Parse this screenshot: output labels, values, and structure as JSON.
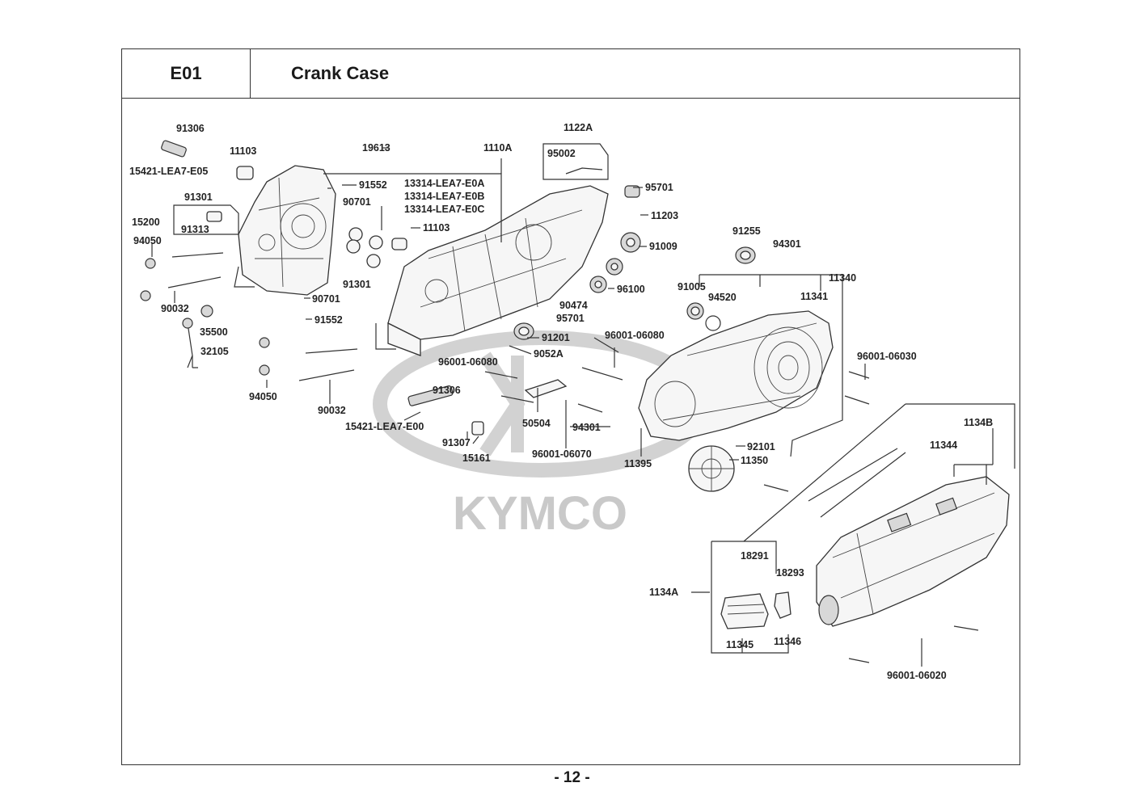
{
  "header": {
    "code": "E01",
    "title": "Crank Case"
  },
  "page_number": "- 12 -",
  "watermark": "KYMCO",
  "callouts": [
    {
      "id": "c1",
      "text": "91306"
    },
    {
      "id": "c2",
      "text": "15421-LEA7-E05"
    },
    {
      "id": "c3",
      "text": "11103"
    },
    {
      "id": "c4",
      "text": "19613"
    },
    {
      "id": "c5",
      "text": "1110A"
    },
    {
      "id": "c6",
      "text": "1122A"
    },
    {
      "id": "c7",
      "text": "95002"
    },
    {
      "id": "c8",
      "text": "91552"
    },
    {
      "id": "c9",
      "text": "13314-LEA7-E0A"
    },
    {
      "id": "c10",
      "text": "13314-LEA7-E0B"
    },
    {
      "id": "c11",
      "text": "13314-LEA7-E0C"
    },
    {
      "id": "c12",
      "text": "91301"
    },
    {
      "id": "c13",
      "text": "90701"
    },
    {
      "id": "c14",
      "text": "15200"
    },
    {
      "id": "c15",
      "text": "91313"
    },
    {
      "id": "c16",
      "text": "11103"
    },
    {
      "id": "c17",
      "text": "95701"
    },
    {
      "id": "c18",
      "text": "11203"
    },
    {
      "id": "c19",
      "text": "94050"
    },
    {
      "id": "c20",
      "text": "91009"
    },
    {
      "id": "c21",
      "text": "91255"
    },
    {
      "id": "c22",
      "text": "94301"
    },
    {
      "id": "c23",
      "text": "91301"
    },
    {
      "id": "c24",
      "text": "96100"
    },
    {
      "id": "c25",
      "text": "11340"
    },
    {
      "id": "c26",
      "text": "91005"
    },
    {
      "id": "c27",
      "text": "11341"
    },
    {
      "id": "c28",
      "text": "94520"
    },
    {
      "id": "c29",
      "text": "90032"
    },
    {
      "id": "c30",
      "text": "90701"
    },
    {
      "id": "c31",
      "text": "90474"
    },
    {
      "id": "c32",
      "text": "95701"
    },
    {
      "id": "c33",
      "text": "35500"
    },
    {
      "id": "c34",
      "text": "91552"
    },
    {
      "id": "c35",
      "text": "91201"
    },
    {
      "id": "c36",
      "text": "96001-06080"
    },
    {
      "id": "c37",
      "text": "32105"
    },
    {
      "id": "c38",
      "text": "9052A"
    },
    {
      "id": "c39",
      "text": "96001-06080"
    },
    {
      "id": "c40",
      "text": "96001-06030"
    },
    {
      "id": "c41",
      "text": "91306"
    },
    {
      "id": "c42",
      "text": "94050"
    },
    {
      "id": "c43",
      "text": "90032"
    },
    {
      "id": "c44",
      "text": "50504"
    },
    {
      "id": "c45",
      "text": "94301"
    },
    {
      "id": "c46",
      "text": "1134B"
    },
    {
      "id": "c47",
      "text": "15421-LEA7-E00"
    },
    {
      "id": "c48",
      "text": "11344"
    },
    {
      "id": "c49",
      "text": "91307"
    },
    {
      "id": "c50",
      "text": "92101"
    },
    {
      "id": "c51",
      "text": "15161"
    },
    {
      "id": "c52",
      "text": "96001-06070"
    },
    {
      "id": "c53",
      "text": "11350"
    },
    {
      "id": "c54",
      "text": "11395"
    },
    {
      "id": "c55",
      "text": "18291"
    },
    {
      "id": "c56",
      "text": "18293"
    },
    {
      "id": "c57",
      "text": "1134A"
    },
    {
      "id": "c58",
      "text": "11345"
    },
    {
      "id": "c59",
      "text": "11346"
    },
    {
      "id": "c60",
      "text": "96001-06020"
    }
  ]
}
